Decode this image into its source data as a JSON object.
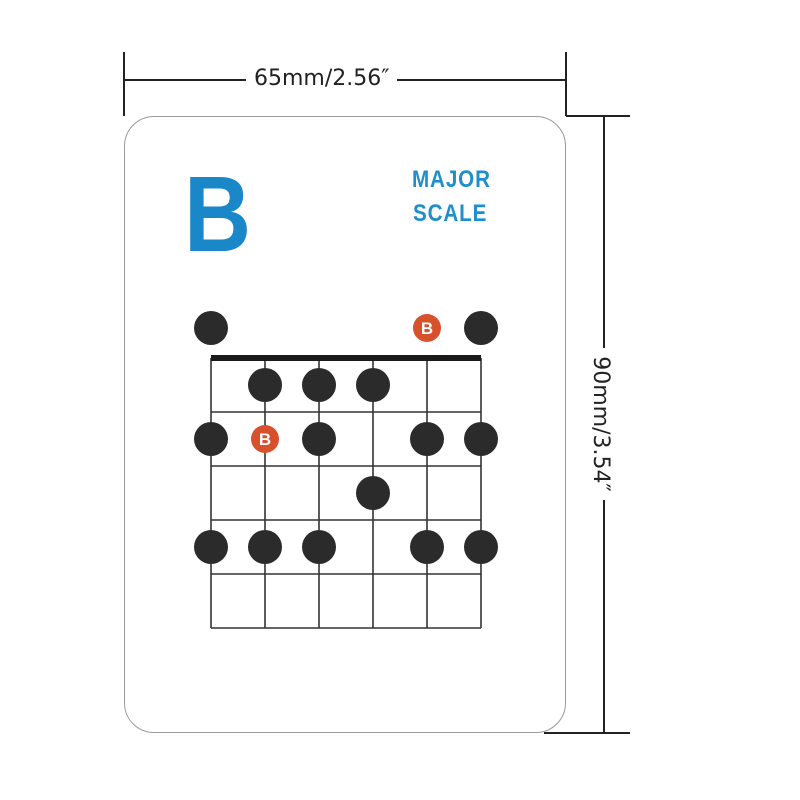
{
  "dimensions": {
    "width_label": "65mm/2.56″",
    "height_label": "90mm/3.54″"
  },
  "card": {
    "key_letter": "B",
    "scale_word1": "MAJOR",
    "scale_word2": "SCALE"
  },
  "fretboard": {
    "strings": 6,
    "frets": 5,
    "root_label": "B",
    "notes": [
      {
        "string": 1,
        "fret": 0,
        "root": false
      },
      {
        "string": 5,
        "fret": 0,
        "root": true
      },
      {
        "string": 6,
        "fret": 0,
        "root": false
      },
      {
        "string": 2,
        "fret": 1,
        "root": false
      },
      {
        "string": 3,
        "fret": 1,
        "root": false
      },
      {
        "string": 4,
        "fret": 1,
        "root": false
      },
      {
        "string": 1,
        "fret": 2,
        "root": false
      },
      {
        "string": 2,
        "fret": 2,
        "root": true
      },
      {
        "string": 3,
        "fret": 2,
        "root": false
      },
      {
        "string": 5,
        "fret": 2,
        "root": false
      },
      {
        "string": 6,
        "fret": 2,
        "root": false
      },
      {
        "string": 4,
        "fret": 3,
        "root": false
      },
      {
        "string": 1,
        "fret": 4,
        "root": false
      },
      {
        "string": 2,
        "fret": 4,
        "root": false
      },
      {
        "string": 3,
        "fret": 4,
        "root": false
      },
      {
        "string": 5,
        "fret": 4,
        "root": false
      },
      {
        "string": 6,
        "fret": 4,
        "root": false
      }
    ]
  },
  "colors": {
    "accent_blue": "#1a87c8",
    "root_red": "#d8502c",
    "note_dark": "#2b2b2b",
    "grid_line": "#333333"
  }
}
